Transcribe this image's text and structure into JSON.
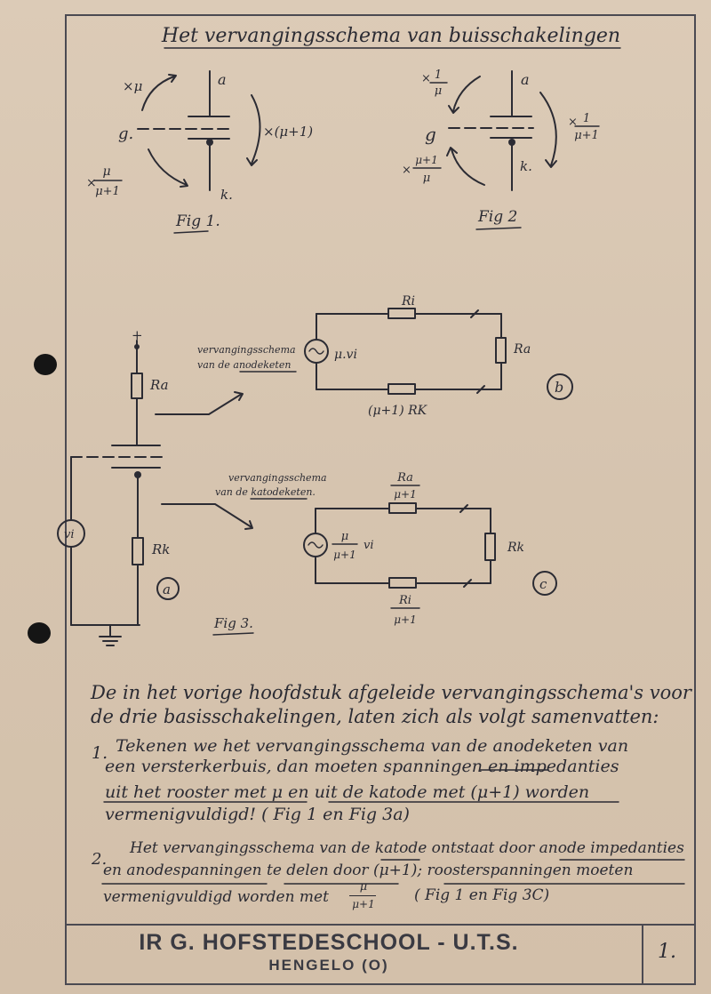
{
  "title": "Het vervangingsschema van buisschakelingen",
  "fig1": {
    "label": "Fig 1.",
    "anode": "a",
    "grid": "g.",
    "cathode": "k.",
    "factor_left_top": "×μ",
    "factor_right": "×(μ+1)",
    "factor_left_bottom_prefix": "×",
    "factor_left_bottom_num": "μ",
    "factor_left_bottom_den": "μ+1"
  },
  "fig2": {
    "label": "Fig 2",
    "anode": "a",
    "grid": "g",
    "cathode": "k.",
    "factor_left_top_prefix": "×",
    "factor_left_top_num": "1",
    "factor_left_top_den": "μ",
    "factor_right_prefix": "×",
    "factor_right_num": "1",
    "factor_right_den": "μ+1",
    "factor_left_bottom_prefix": "×",
    "factor_left_bottom_num": "μ+1",
    "factor_left_bottom_den": "μ"
  },
  "fig3": {
    "label": "Fig 3.",
    "plus": "+",
    "Ra": "Ra",
    "Rk": "Rk",
    "vi": "vi",
    "circle_a": "a",
    "circle_b": "b",
    "circle_c": "c",
    "note_anode_line1": "vervangingsschema",
    "note_anode_line2": "van de anodeketen",
    "note_cathode_line1": "vervangingsschema",
    "note_cathode_line2": "van de katodeketen.",
    "b_Ri": "Ri",
    "b_Ra": "Ra",
    "b_source": "μ.vi",
    "b_Rk": "(μ+1) RK",
    "c_Ra_num": "Ra",
    "c_Ra_den": "μ+1",
    "c_Rk": "Rk",
    "c_src_num": "μ",
    "c_src_den": "μ+1",
    "c_src_vi": "vi",
    "c_Ri_num": "Ri",
    "c_Ri_den": "μ+1"
  },
  "text": {
    "p1_line1": "De in het vorige hoofdstuk afgeleide vervangingsschema's voor",
    "p1_line2": "de drie basisschakelingen, laten zich als volgt samenvatten:",
    "i1_num": "1.",
    "i1_line1": "Tekenen we het vervangingsschema van de anodeketen van",
    "i1_line2": "een versterkerbuis, dan moeten spanningen en impedanties",
    "i1_line3": "uit het rooster met μ en uit de katode met (μ+1) worden",
    "i1_line4": "vermenigvuldigd!     ( Fig 1 en Fig 3a)",
    "i2_num": "2.",
    "i2_line1": "Het vervangingsschema van de katode ontstaat door anode impedanties",
    "i2_line2": "en anodespanningen te delen door (μ+1);  roosterspanningen moeten",
    "i2_line3_a": "vermenigvuldigd worden met",
    "i2_line3_num": "μ",
    "i2_line3_den": "μ+1",
    "i2_line3_b": "( Fig 1 en Fig 3C)"
  },
  "footer": {
    "school": "IR G. HOFSTEDESCHOOL - U.T.S.",
    "city": "HENGELO (O)",
    "page": "1."
  }
}
